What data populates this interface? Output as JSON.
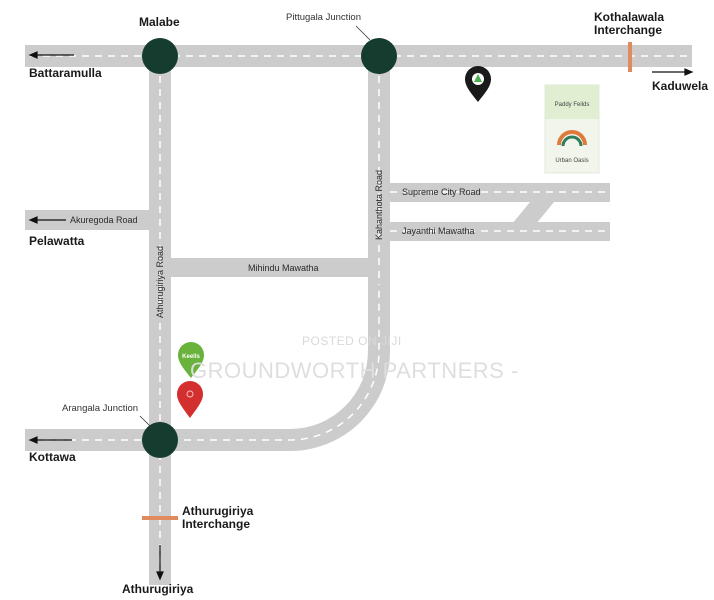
{
  "places": {
    "malabe": "Malabe",
    "pittugala": "Pittugala Junction",
    "kothalawala_1": "Kothalawala",
    "kothalawala_2": "Interchange",
    "battaramulla": "Battaramulla",
    "kaduwela": "Kaduwela",
    "pelawatta": "Pelawatta",
    "kottawa": "Kottawa",
    "arangala": "Arangala Junction",
    "athurugiriya_interchange_1": "Athurugiriya",
    "athurugiriya_interchange_2": "Interchange",
    "athurugiriya": "Athurugiriya"
  },
  "roads": {
    "akuregoda": "Akuregoda Road",
    "athurugiriya_road": "Athurugiriya Road",
    "kahanthota": "Kahanthota Road",
    "supreme_city": "Supreme City Road",
    "jayanthi": "Jayanthi Mawatha",
    "mihindu": "Mihindu Mawatha"
  },
  "poi": {
    "paddy_fields": "Paddy Feilds",
    "urban_oasis": "Urban Oasis",
    "keells": "Keells"
  },
  "watermark": {
    "posted": "POSTED ON JIJI",
    "company": "GROUNDWORTH PARTNERS -"
  },
  "colors": {
    "road": "#cccccc",
    "junction": "#163c30",
    "interchange": "#e08a5f",
    "green_pin": "#69b23b",
    "red_pin": "#d32f2f",
    "black_pin": "#1a1a1a"
  }
}
